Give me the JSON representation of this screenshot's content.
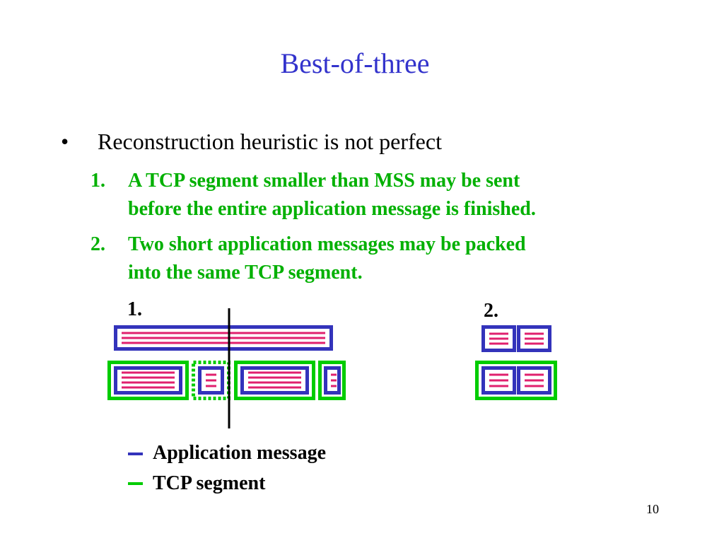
{
  "slide": {
    "title": "Best-of-three",
    "bullet": {
      "marker": "•",
      "text": "Reconstruction heuristic  is not perfect"
    },
    "subpoints": [
      {
        "number": "1.",
        "lines": [
          "A TCP segment smaller than MSS may be sent",
          "before the entire application message is finished."
        ]
      },
      {
        "number": "2.",
        "lines": [
          "Two short application messages may be packed",
          "into the same TCP segment."
        ]
      }
    ],
    "diagram_labels": {
      "case1": "1.",
      "case2": "2."
    },
    "legend": [
      {
        "text": "Application message",
        "color": "#3333bb"
      },
      {
        "text": "TCP segment",
        "color": "#00cc00"
      }
    ],
    "page_number": "10"
  },
  "colors": {
    "title": "#3333cc",
    "subpoint_text": "#00b000",
    "application_message": "#3333bb",
    "tcp_segment": "#00cc00",
    "payload_lines": "#e0206e",
    "divider": "#000000"
  }
}
